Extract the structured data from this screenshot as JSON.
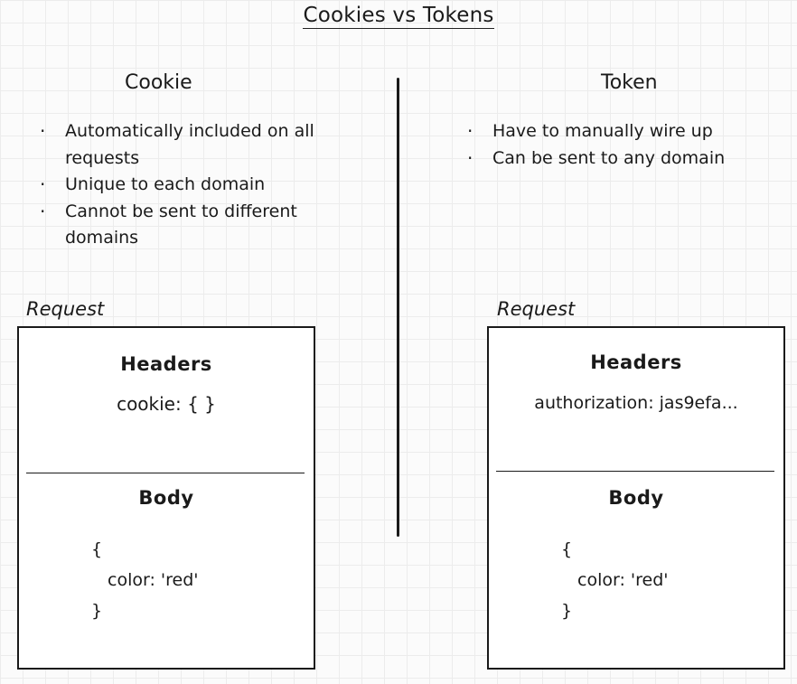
{
  "title": "Cookies vs Tokens",
  "cookie": {
    "heading": "Cookie",
    "bullets": [
      "Automatically included on all requests",
      "Unique to each domain",
      "Cannot be sent to different domains"
    ],
    "request_label": "Request",
    "headers_label": "Headers",
    "header_value": "cookie: { }",
    "body_label": "Body",
    "body_lines": [
      "{",
      "color: 'red'",
      "}"
    ]
  },
  "token": {
    "heading": "Token",
    "bullets": [
      "Have to manually wire up",
      "Can be sent to any domain"
    ],
    "request_label": "Request",
    "headers_label": "Headers",
    "header_value": "authorization: jas9efa...",
    "body_label": "Body",
    "body_lines": [
      "{",
      "color: 'red'",
      "}"
    ]
  }
}
